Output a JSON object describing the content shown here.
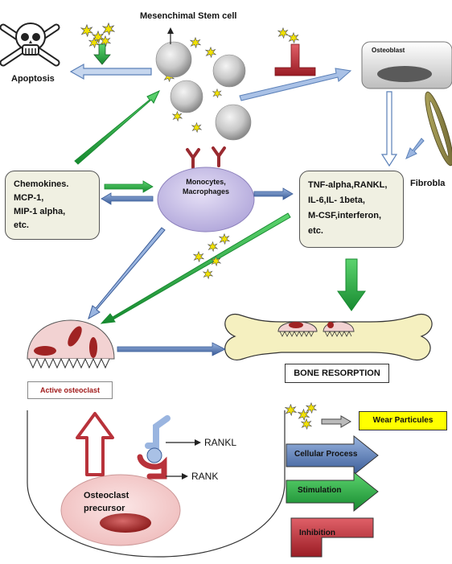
{
  "labels": {
    "msc": "Mesenchimal Stem cell",
    "apoptosis": "Apoptosis",
    "osteoblast": "Osteoblast",
    "fibroblast": "Fibrobla",
    "monocytes_line1": "Monocytes,",
    "monocytes_line2": "Macrophages",
    "chemokines": [
      "Chemokines.",
      "MCP-1,",
      "MIP-1 alpha,",
      "etc."
    ],
    "cytokines": [
      "TNF-alpha,RANKL,",
      "IL-6,IL- 1beta,",
      "M-CSF,interferon,",
      "etc."
    ],
    "active_osteoclast": "Active osteoclast",
    "bone_resorption": "BONE RESORPTION",
    "rankl": "RANKL",
    "rank": "RANK",
    "precursor_line1": "Osteoclast",
    "precursor_line2": "precursor"
  },
  "legend": {
    "wear": "Wear Particules",
    "cellular": "Cellular Process",
    "stimulation": "Stimulation",
    "inhibition": "Inhibition"
  },
  "colors": {
    "cellular_arrow": "#5b80b8",
    "stimulation_arrow": "#2fa84a",
    "inhibition_symbol": "#b8323a",
    "wear_particle": "#f2e200",
    "legend_wear_box": "#ffff00",
    "bone": "#f5f0c0",
    "osteoclast_cell": "#f2d2d2",
    "monocyte_cell": "#c8c0e6",
    "text_box": "#f0f0e2"
  }
}
